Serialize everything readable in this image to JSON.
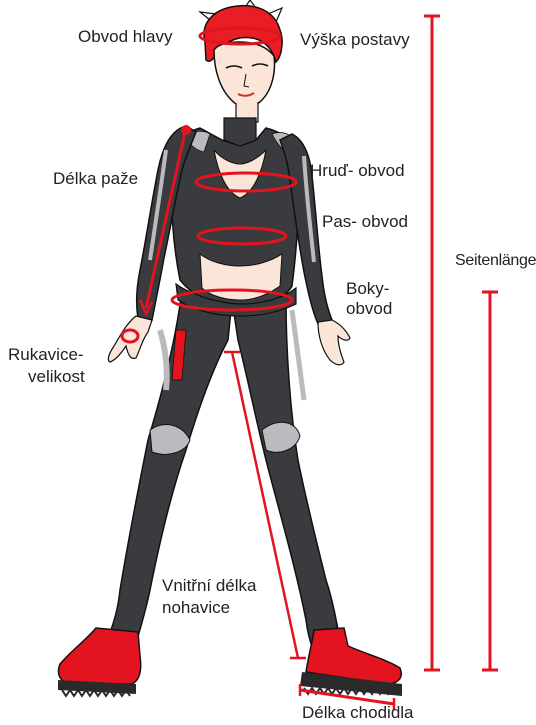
{
  "labels": {
    "head_circumference": "Obvod hlavy",
    "body_height": "Výška postavy",
    "arm_length": "Délka paže",
    "chest": "Hruď- obvod",
    "waist": "Pas- obvod",
    "hips_line1": "Boky-",
    "hips_line2": "obvod",
    "side_length": "Seitenlänge",
    "glove_line1": "Rukavice-",
    "glove_line2": "velikost",
    "inseam_line1": "Vnitřní délka",
    "inseam_line2": "nohavice",
    "foot_length": "Délka chodidla"
  },
  "colors": {
    "measure": "#e3141f",
    "suit": "#3a3b3e",
    "suit_highlight": "#b9bbbe",
    "skin": "#fbe5d8",
    "hair": "#ea1c24",
    "boot": "#e3141f",
    "sole": "#2a2a2a"
  },
  "icons": [
    "rider-figure",
    "measure-bar-icon",
    "circumference-ellipse-icon"
  ]
}
